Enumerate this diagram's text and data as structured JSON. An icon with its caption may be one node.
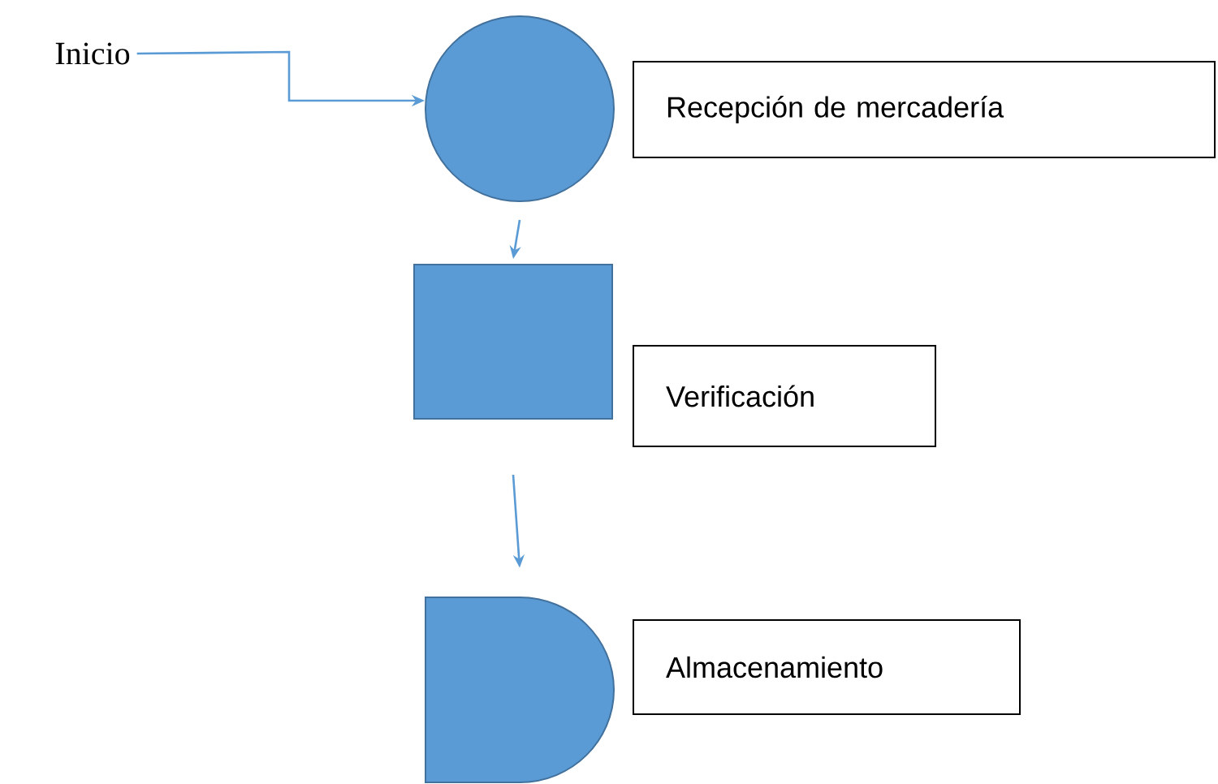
{
  "diagram": {
    "nodes": [
      {
        "text": [
          "Inicio"
        ]
      },
      {
        "text": [],
        "shape": "circle"
      },
      {
        "text": [
          "Recepción de mercadería"
        ]
      },
      {
        "text": [],
        "shape": "box"
      },
      {
        "text": [
          "Verificación"
        ]
      },
      {
        "text": [],
        "shape": "delay"
      },
      {
        "text": [
          "Almacenamiento"
        ]
      }
    ],
    "edges": [
      {
        "from": 0,
        "to": 1,
        "arrow": "to"
      },
      {
        "from": 1,
        "to": 3,
        "arrow": "to"
      },
      {
        "from": 3,
        "to": 5,
        "arrow": "to"
      }
    ]
  }
}
